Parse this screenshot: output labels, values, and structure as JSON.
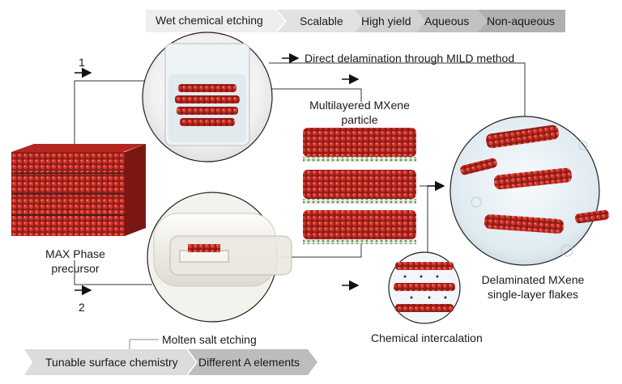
{
  "top_banner": {
    "title": "Wet chemical etching",
    "features": [
      "Scalable",
      "High yield",
      "Aqueous",
      "Non-aqueous"
    ]
  },
  "bottom_banner": {
    "title": "Molten salt etching",
    "features": [
      "Tunable surface chemistry",
      "Different A elements"
    ]
  },
  "route_numbers": [
    "1",
    "2"
  ],
  "labels": {
    "mild": "Direct delamination through MILD method",
    "multilayer": "Multilayered MXene particle",
    "max_phase": "MAX Phase precursor",
    "intercalation": "Chemical intercalation",
    "delaminated": "Delaminated MXene single-layer flakes"
  },
  "colors": {
    "atom_red": "#c62a22",
    "atom_dark": "#2a2a2a",
    "atom_green": "#5d9a4a",
    "banner_light": "#e8e8e8",
    "banner_dark": "#b7b7b7"
  }
}
